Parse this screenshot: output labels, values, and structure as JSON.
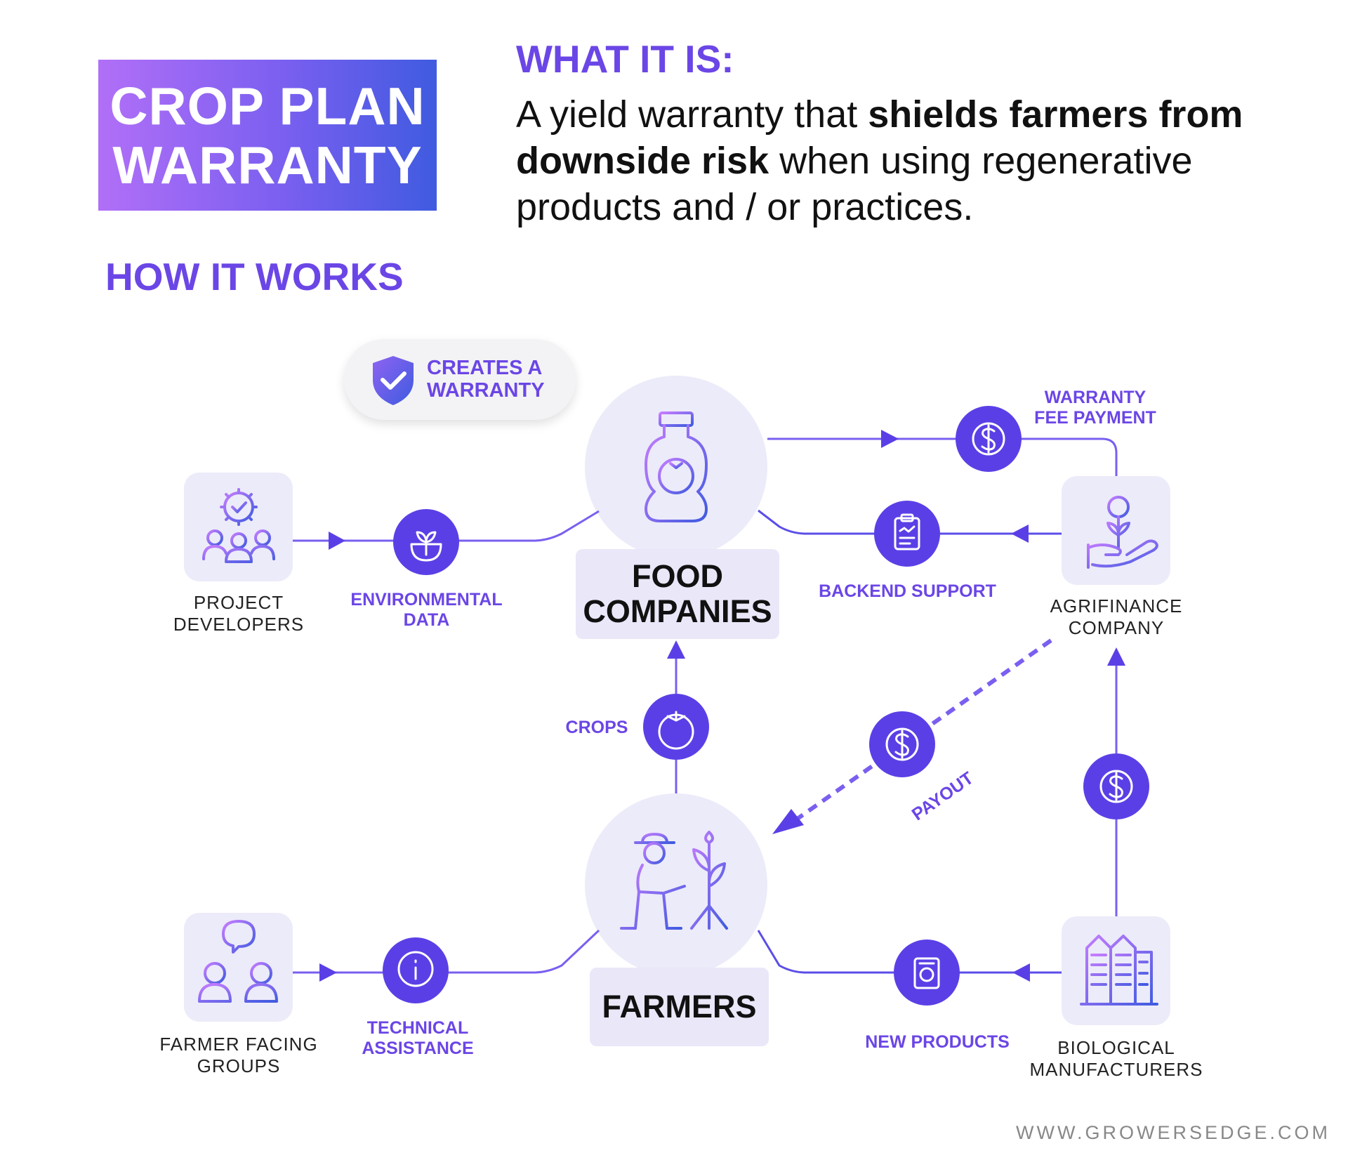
{
  "title": {
    "line1": "CROP PLAN",
    "line2": "WARRANTY"
  },
  "what_it_is": {
    "heading": "WHAT IT IS:",
    "text_1": "A yield warranty that ",
    "text_bold": "shields farmers from downside risk",
    "text_2": " when using regenerative products and / or practices."
  },
  "how_it_works": {
    "heading": "HOW IT WORKS"
  },
  "callout": {
    "line1": "CREATES A",
    "line2": "WARRANTY"
  },
  "nodes": {
    "food_companies": {
      "line1": "FOOD",
      "line2": "COMPANIES"
    },
    "farmers": {
      "label": "FARMERS"
    },
    "project_developers": {
      "line1": "PROJECT",
      "line2": "DEVELOPERS"
    },
    "agrifinance": {
      "line1": "AGRIFINANCE",
      "line2": "COMPANY"
    },
    "farmer_facing_groups": {
      "line1": "FARMER FACING",
      "line2": "GROUPS"
    },
    "biological_manufacturers": {
      "line1": "BIOLOGICAL",
      "line2": "MANUFACTURERS"
    }
  },
  "flows": {
    "environmental_data": {
      "line1": "ENVIRONMENTAL",
      "line2": "DATA"
    },
    "warranty_fee": {
      "line1": "WARRANTY",
      "line2": "FEE PAYMENT"
    },
    "backend_support": {
      "label": "BACKEND SUPPORT"
    },
    "crops": {
      "label": "CROPS"
    },
    "payout": {
      "label": "PAYOUT"
    },
    "technical_assistance": {
      "line1": "TECHNICAL",
      "line2": "ASSISTANCE"
    },
    "new_products": {
      "label": "NEW PRODUCTS"
    }
  },
  "footer": "WWW.GROWERSEDGE.COM",
  "colors": {
    "accent": "#6b46e6",
    "violet": "#5b3fe6",
    "light_tile": "#ecebf9",
    "gradient_start": "#b16ff7",
    "gradient_end": "#3f5be0"
  }
}
